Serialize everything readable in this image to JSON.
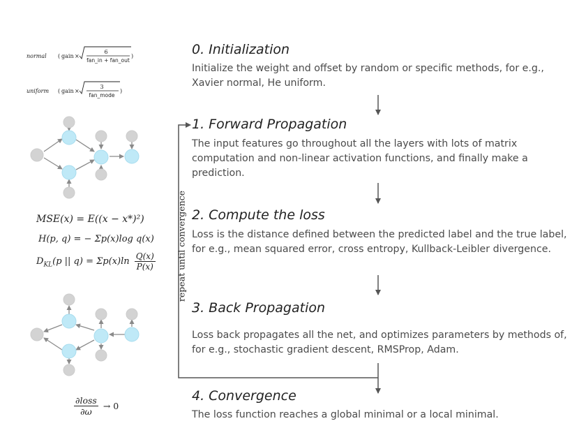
{
  "steps": [
    {
      "title": "0. Initialization",
      "description": "Initialize the weight and offset by random or specific methods, for e.g., Xavier normal, He uniform."
    },
    {
      "title": "1. Forward Propagation",
      "description": "The input features go throughout all the layers with lots of matrix computation and non-linear activation functions, and finally make a prediction."
    },
    {
      "title": "2. Compute the loss",
      "description": "Loss is the distance defined between the predicted label and the true label, for e.g., mean squared error, cross entropy, Kullback-Leibler divergence."
    },
    {
      "title": "3. Back Propagation",
      "description": "Loss back propagates all the net, and optimizes parameters by methods of, for e.g., stochastic gradient descent, RMSProp, Adam."
    },
    {
      "title": "4. Convergence",
      "description": "The loss function reaches a global minimal or a local minimal."
    }
  ],
  "loop_label": "repeat until convergence",
  "formulas": {
    "init_normal": {
      "name": "normal",
      "gain": "gain",
      "times": "×",
      "numerator": "6",
      "denominator": "fan_in + fan_out",
      "close": ")"
    },
    "init_uniform": {
      "name": "uniform",
      "gain": "gain",
      "times": "×",
      "numerator": "3",
      "denominator": "fan_mode",
      "close": ")"
    },
    "mse": "MSE(x) = E((x − x*)²)",
    "cross_entropy": "H(p, q) = − Σp(x)log q(x)",
    "kl_prefix": "D",
    "kl_sub": "KL",
    "kl_body": "(p || q) = Σp(x)ln",
    "kl_numerator": "Q(x)",
    "kl_denominator": "P(x)",
    "grad_numerator": "∂loss",
    "grad_denominator": "∂ω",
    "grad_rhs": "→ 0"
  },
  "colors": {
    "node_active": "#bfe9f7",
    "node_inactive": "#d3d3d3",
    "arrow": "#555555",
    "text": "#222222"
  }
}
